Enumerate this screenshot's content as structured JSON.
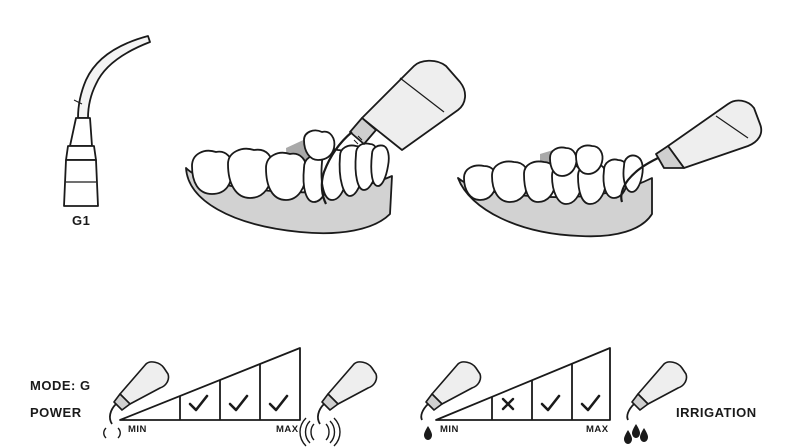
{
  "tip": {
    "code": "G1"
  },
  "labels": {
    "mode": "MODE: G",
    "power": "POWER",
    "irrigation": "IRRIGATION",
    "min": "MIN",
    "max": "MAX"
  },
  "power_scale": {
    "levels": [
      "check",
      "check",
      "check"
    ]
  },
  "irrigation_scale": {
    "levels": [
      "cross",
      "check",
      "check"
    ]
  },
  "colors": {
    "ink": "#1a1a1a",
    "gum": "#d2d2d2",
    "gum_dark": "#a9a9a9",
    "metal": "#eeeeee"
  },
  "icons": [
    "ultrasonic-tip-icon",
    "scaler-handpiece-icon",
    "vibration-low-icon",
    "vibration-high-icon",
    "water-drop-icon",
    "water-drops-icon",
    "check-icon",
    "cross-icon"
  ]
}
